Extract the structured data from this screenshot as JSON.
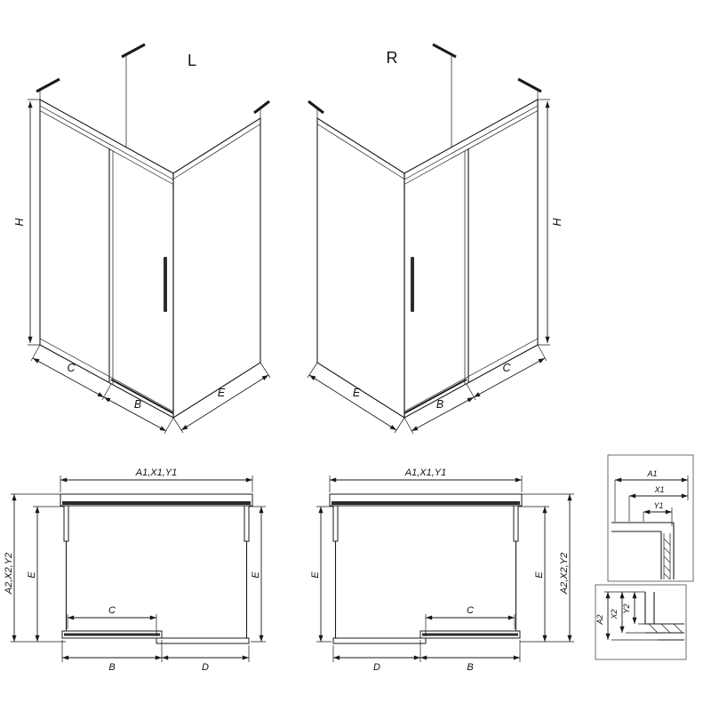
{
  "drawing": {
    "background": "#ffffff",
    "line_color": "#1a1a1a"
  },
  "iso_left": {
    "label": "L",
    "dim_h": "H",
    "dim_c": "C",
    "dim_b": "B",
    "dim_e": "E"
  },
  "iso_right": {
    "label": "R",
    "dim_h": "H",
    "dim_c": "C",
    "dim_b": "B",
    "dim_e": "E"
  },
  "plan_left": {
    "dim_top": "A1,X1,Y1",
    "dim_left_outer": "A2,X2,Y2",
    "dim_left_inner": "E",
    "dim_opening": "C",
    "dim_bottom_left": "B",
    "dim_bottom_right": "D",
    "dim_right": "E"
  },
  "plan_right": {
    "dim_top": "A1,X1,Y1",
    "dim_left": "E",
    "dim_opening": "C",
    "dim_bottom_left": "D",
    "dim_bottom_right": "B",
    "dim_right_inner": "E",
    "dim_right_outer": "A2,X2,Y2"
  },
  "detail_top": {
    "dim_a": "A1",
    "dim_x": "X1",
    "dim_y": "Y1"
  },
  "detail_bottom": {
    "dim_a": "A2",
    "dim_x": "X2",
    "dim_y": "Y2"
  }
}
